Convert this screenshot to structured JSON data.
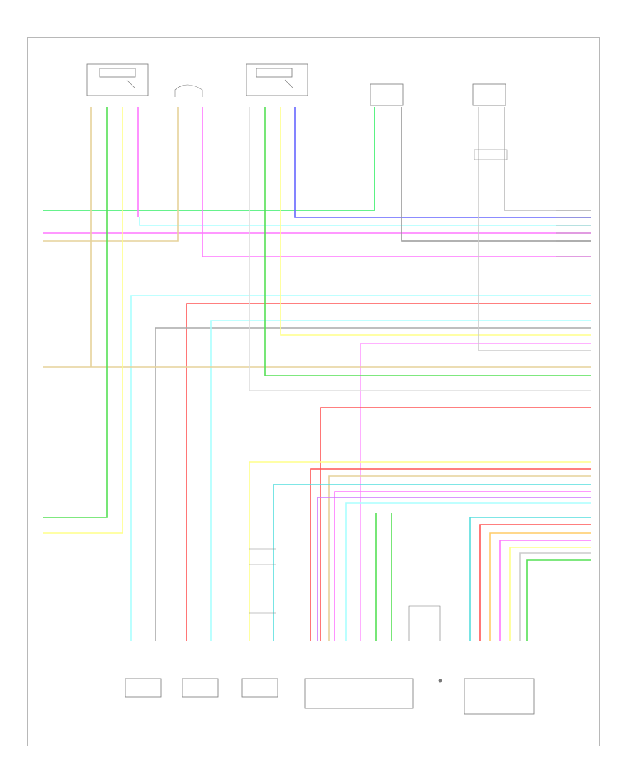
{
  "diagram": {
    "footer_code": "",
    "colors": {
      "lt_green": "#33ee66",
      "green": "#55e055",
      "pink": "#ff77ff",
      "tan": "#e6d29a",
      "blue": "#6666ff",
      "lt_blue": "#aaffff",
      "cyan": "#55dddd",
      "red": "#ff5555",
      "yellow": "#ffff88",
      "gray": "#bbbbbb",
      "violet": "#cc77ff",
      "orange": "#ffcc66",
      "brown": "#bb9966"
    },
    "components": [
      {
        "id": "top-left-module",
        "caption": ""
      },
      {
        "id": "top-switch",
        "caption": ""
      },
      {
        "id": "top-center-module",
        "caption": ""
      },
      {
        "id": "top-sensor-1",
        "caption": ""
      },
      {
        "id": "top-sensor-2",
        "caption": ""
      },
      {
        "id": "bottom-sensor-1",
        "caption": ""
      },
      {
        "id": "bottom-sensor-2",
        "caption": ""
      },
      {
        "id": "bottom-sensor-3",
        "caption": ""
      },
      {
        "id": "bottom-module",
        "caption": ""
      },
      {
        "id": "bottom-switch",
        "caption": ""
      },
      {
        "id": "bottom-right-module",
        "caption": ""
      }
    ]
  }
}
